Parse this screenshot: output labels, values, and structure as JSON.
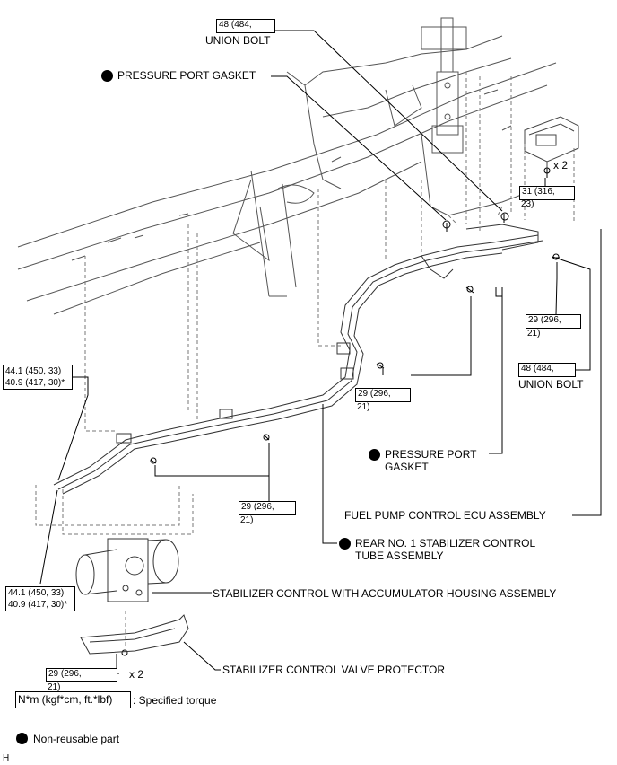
{
  "torque": {
    "t48a": "48 (484,",
    "t31": "31 (316,",
    "t31b": "23)",
    "t29a": "29 (296,",
    "t29b": "21)",
    "t48b": "48 (484,",
    "t44a_1": "44.1 (450, 33)",
    "t44a_2": "40.9 (417, 30)*",
    "t29c": "29 (296,",
    "t29c_b": "21)",
    "t29d": "29 (296,",
    "t29d_b": "21)",
    "t44b_1": "44.1 (450, 33)",
    "t44b_2": "40.9 (417, 30)*",
    "t29e": "29 (296,",
    "t29e_b": "21)"
  },
  "labels": {
    "union_bolt_top": "UNION BOLT",
    "pressure_port_gasket_top": "PRESSURE PORT GASKET",
    "union_bolt_right": "UNION BOLT",
    "pressure_port_gasket_mid_1": "PRESSURE PORT",
    "pressure_port_gasket_mid_2": "GASKET",
    "fuel_pump_ecu": "FUEL PUMP CONTROL ECU ASSEMBLY",
    "rear_tube_1": "REAR NO. 1 STABILIZER CONTROL",
    "rear_tube_2": "TUBE ASSEMBLY",
    "accumulator": "STABILIZER CONTROL WITH ACCUMULATOR HOUSING ASSEMBLY",
    "valve_protector": "STABILIZER CONTROL VALVE PROTECTOR",
    "x2_top": "x 2",
    "x2_bottom": "x 2"
  },
  "legend": {
    "torque_unit": "N*m (kgf*cm, ft.*lbf)",
    "torque_desc": ": Specified torque",
    "non_reusable": "Non-reusable part"
  },
  "corner": "H"
}
